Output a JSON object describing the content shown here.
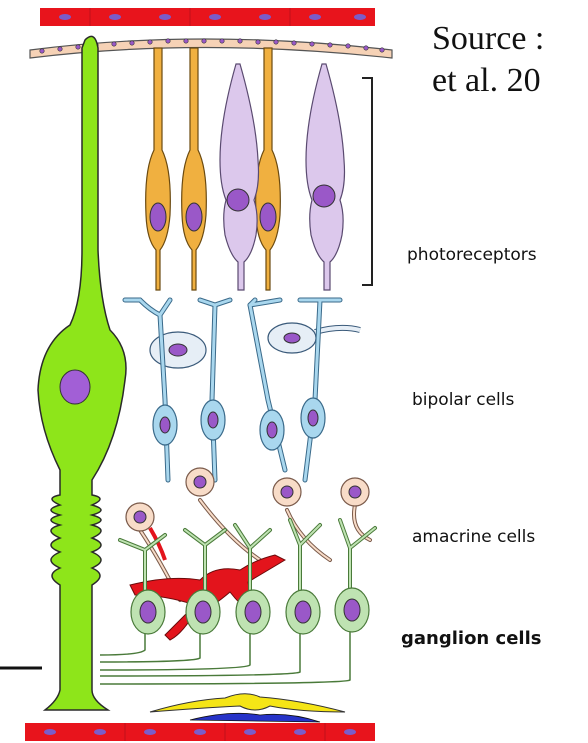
{
  "source": {
    "line1": "Source :",
    "line2": "et al. 20"
  },
  "labels": {
    "photoreceptors": "photoreceptors",
    "bipolar": "bipolar cells",
    "amacrine": "amacrine cells",
    "ganglion": "ganglion cells"
  },
  "colors": {
    "vessel": "#e8141c",
    "vessel_rbc": "#7b5cc9",
    "epithelium": "#f6d2b6",
    "muller": "#8ee51a",
    "muller_nucleus": "#a25fd6",
    "rod": "#f0b040",
    "cone": "#dcc8ec",
    "nucleus": "#9a58c8",
    "horizontal": "#e6eef6",
    "bipolar": "#a9d7ee",
    "amacrine": "#f8dcc8",
    "ganglion": "#bfe3b2",
    "red_cell": "#e3141c",
    "astrocyte": "#f5e516",
    "blue_cell": "#2633c8"
  }
}
